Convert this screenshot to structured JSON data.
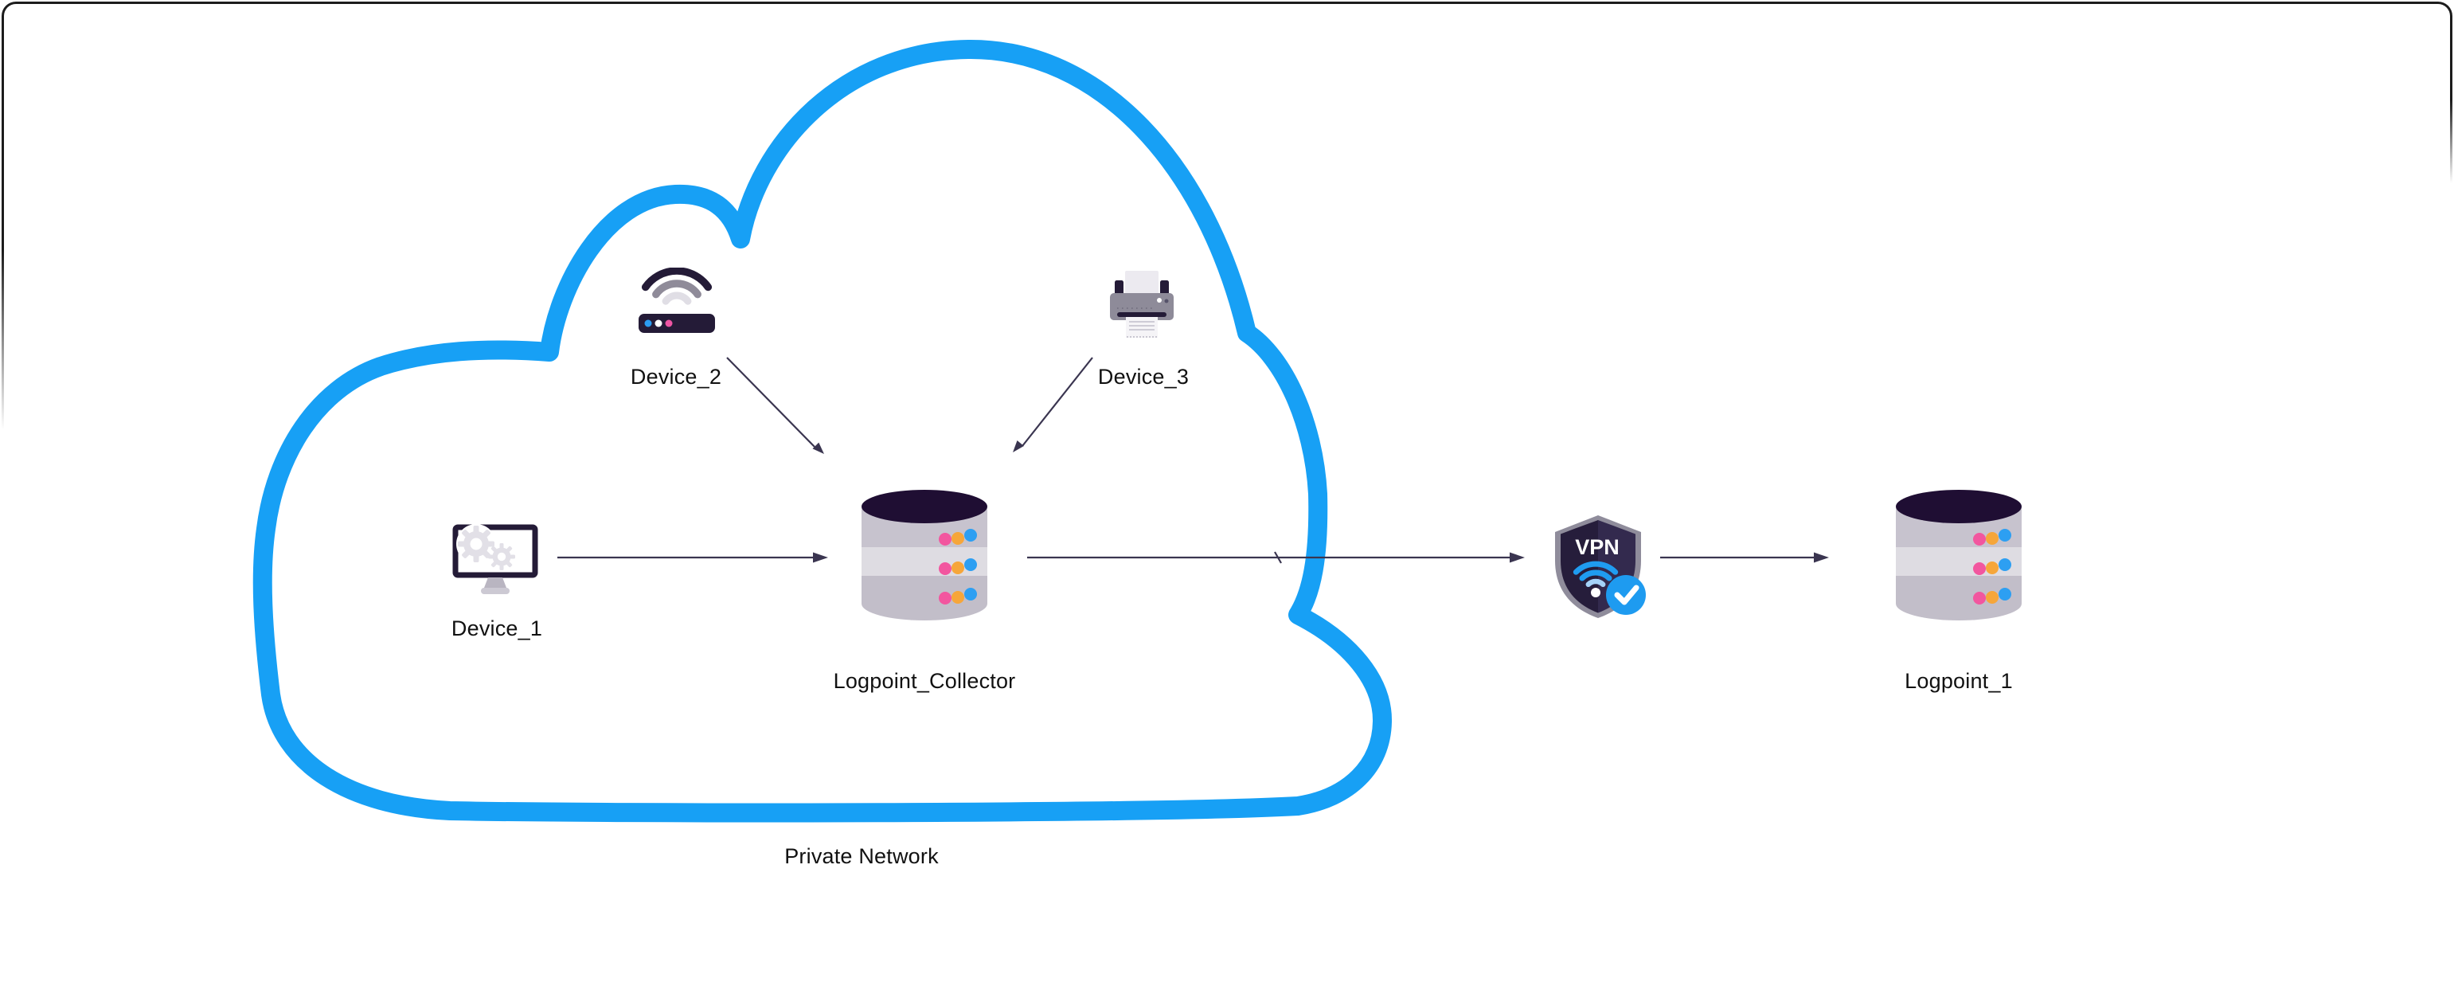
{
  "diagram": {
    "network_label": "Private Network",
    "nodes": [
      {
        "id": "device_1",
        "label": "Device_1",
        "icon": "computer-gears-icon"
      },
      {
        "id": "device_2",
        "label": "Device_2",
        "icon": "wireless-router-icon"
      },
      {
        "id": "device_3",
        "label": "Device_3",
        "icon": "printer-icon"
      },
      {
        "id": "logpoint_collector",
        "label": "Logpoint_Collector",
        "icon": "database-icon"
      },
      {
        "id": "vpn",
        "label": "VPN",
        "icon": "vpn-shield-check-icon"
      },
      {
        "id": "logpoint_1",
        "label": "Logpoint_1",
        "icon": "database-icon"
      }
    ],
    "edges": [
      {
        "from": "Device_1",
        "to": "Logpoint_Collector"
      },
      {
        "from": "Device_2",
        "to": "Logpoint_Collector"
      },
      {
        "from": "Device_3",
        "to": "Logpoint_Collector"
      },
      {
        "from": "Logpoint_Collector",
        "to": "VPN"
      },
      {
        "from": "VPN",
        "to": "Logpoint_1"
      }
    ],
    "vpn_shield_text": "VPN",
    "colors": {
      "cloud_stroke": "#17A0F5",
      "icon_dark": "#241B37",
      "arrow": "#3A3550",
      "dot_pink": "#F2569F",
      "dot_orange": "#F6A63A",
      "dot_blue": "#2D9FF2",
      "vpn_badge_blue": "#1E9BF0",
      "label_text": "#111111"
    }
  }
}
